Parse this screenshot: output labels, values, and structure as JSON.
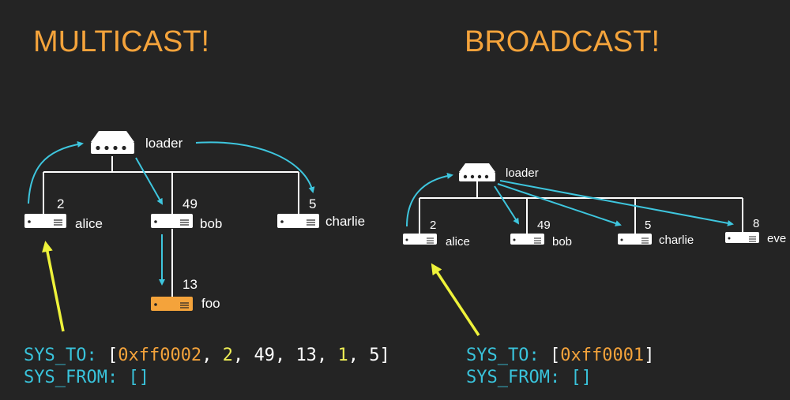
{
  "multicast": {
    "title": "MULTICAST!",
    "router_label": "loader",
    "nodes": [
      {
        "id": "2",
        "name": "alice"
      },
      {
        "id": "49",
        "name": "bob"
      },
      {
        "id": "5",
        "name": "charlie"
      },
      {
        "id": "13",
        "name": "foo"
      }
    ],
    "sys_to_key": "SYS_TO:",
    "sys_to_open": "[",
    "sys_to_values": [
      "0xff0002",
      "2",
      "49",
      "13",
      "1",
      "5"
    ],
    "sys_to_sep": ", ",
    "sys_to_close": "]",
    "sys_from_key": "SYS_FROM:",
    "sys_from_value": "[]"
  },
  "broadcast": {
    "title": "BROADCAST!",
    "router_label": "loader",
    "nodes": [
      {
        "id": "2",
        "name": "alice"
      },
      {
        "id": "49",
        "name": "bob"
      },
      {
        "id": "5",
        "name": "charlie"
      },
      {
        "id": "8",
        "name": "eve"
      }
    ],
    "sys_to_key": "SYS_TO:",
    "sys_to_open": "[",
    "sys_to_values": [
      "0xff0001"
    ],
    "sys_to_close": "]",
    "sys_from_key": "SYS_FROM:",
    "sys_from_value": "[]"
  },
  "colors": {
    "background": "#242424",
    "title": "#F4A33B",
    "arrow_cyan": "#3EC6DE",
    "arrow_yellow": "#EEF23A",
    "highlight_node": "#F4A33B"
  }
}
